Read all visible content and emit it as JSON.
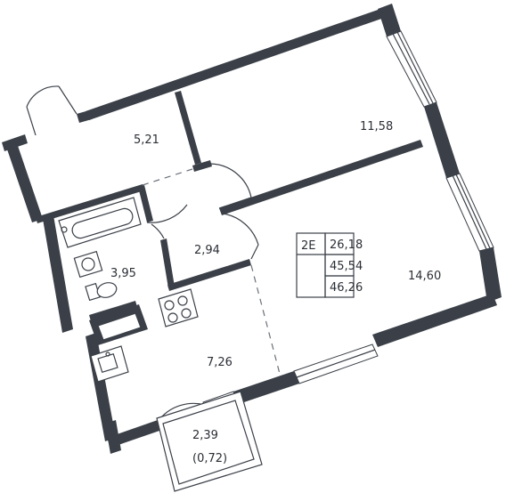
{
  "rooms": [
    {
      "id": "hall",
      "area": "5,21"
    },
    {
      "id": "bedroom",
      "area": "11,58"
    },
    {
      "id": "corridor",
      "area": "2,94"
    },
    {
      "id": "bathroom",
      "area": "3,95"
    },
    {
      "id": "living",
      "area": "14,60"
    },
    {
      "id": "kitchen",
      "area": "7,26"
    },
    {
      "id": "balcony",
      "area": "2,39",
      "note": "(0,72)"
    }
  ],
  "apartment": {
    "type": "2E",
    "living_area": "26,18",
    "total_area": "45,54",
    "total_with_balcony": "46,26"
  }
}
